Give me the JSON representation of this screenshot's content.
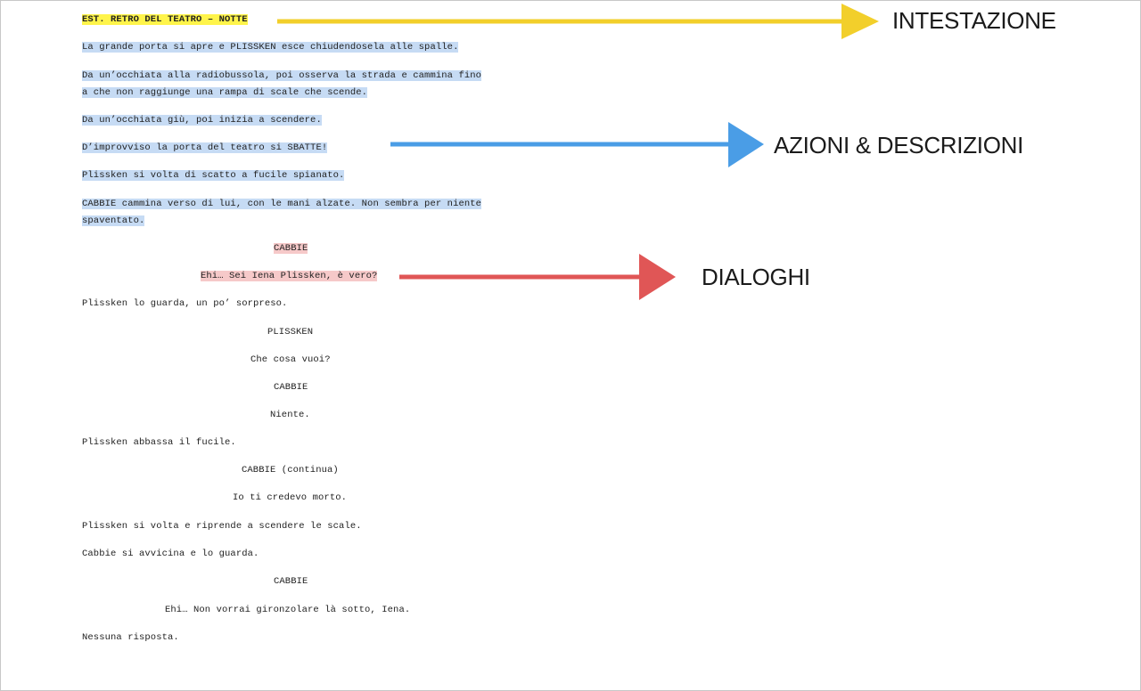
{
  "script": {
    "heading": "EST. RETRO DEL TEATRO – NOTTE",
    "actions": [
      "La grande porta si apre e PLISSKEN esce chiudendosela alle spalle.",
      "Da un’occhiata alla radiobussola, poi osserva la strada e cammina fino",
      "a che non raggiunge una rampa di scale che scende.",
      "Da un’occhiata giù, poi inizia a scendere.",
      "D’improvviso la porta del teatro si SBATTE!",
      "Plissken si volta di scatto a fucile spianato.",
      "CABBIE cammina verso di lui, con le mani alzate. Non sembra per niente",
      "spaventato."
    ],
    "dialogue_character": "CABBIE",
    "dialogue_line": "Ehi… Sei Iena Plissken, è vero?",
    "rest": [
      "Plissken lo guarda, un po’ sorpreso.",
      "PLISSKEN",
      "Che cosa vuoi?",
      "CABBIE",
      "Niente.",
      "Plissken abbassa il fucile.",
      "CABBIE (continua)",
      "Io ti credevo morto.",
      "Plissken si volta e riprende a scendere le scale.",
      "Cabbie si avvicina e lo guarda.",
      "CABBIE",
      "Ehi… Non vorrai gironzolare là sotto, Iena.",
      "Nessuna risposta."
    ]
  },
  "annotations": {
    "heading_label": "INTESTAZIONE",
    "actions_label": "AZIONI & DESCRIZIONI",
    "dialogue_label": "DIALOGHI"
  },
  "colors": {
    "heading_highlight": "#fff44a",
    "actions_highlight": "#c6dbf4",
    "dialogue_highlight": "#f6c9c9",
    "heading_arrow": "#f2cf2b",
    "actions_arrow": "#4a9de6",
    "dialogue_arrow": "#e05656"
  }
}
